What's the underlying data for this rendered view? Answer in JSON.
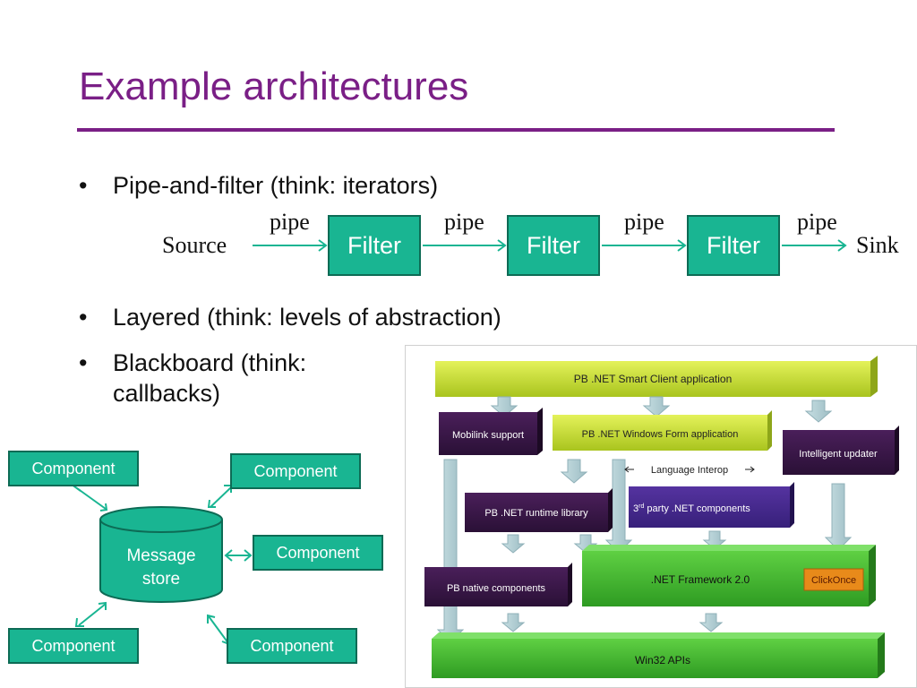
{
  "slide": {
    "title": "Example architectures",
    "bullets": [
      "Pipe-and-filter (think: iterators)",
      "Layered (think: levels of abstraction)",
      "Blackboard (think:",
      "callbacks)"
    ]
  },
  "pipeline": {
    "source": "Source",
    "sink": "Sink",
    "pipe_label": "pipe",
    "filter_label": "Filter"
  },
  "blackboard": {
    "store_label_1": "Message",
    "store_label_2": "store",
    "component_label": "Component"
  },
  "layered": {
    "top": "PB .NET Smart Client application",
    "mobilink": "Mobilink support",
    "winform": "PB .NET Windows Form application",
    "intelligent": "Intelligent updater",
    "interop": "Language Interop",
    "runtime": "PB .NET runtime library",
    "third_party_sup": "rd",
    "third_party_pre": "3",
    "third_party": " party .NET components",
    "native": "PB native components",
    "framework": ".NET Framework 2.0",
    "clickonce": "ClickOnce",
    "win32": "Win32 APIs"
  },
  "colors": {
    "accent": "#7a1f86",
    "teal": "#19b592",
    "lime": "#c6e02c",
    "purple": "#3a1848",
    "green": "#35b52a",
    "orange": "#e88a1a"
  }
}
